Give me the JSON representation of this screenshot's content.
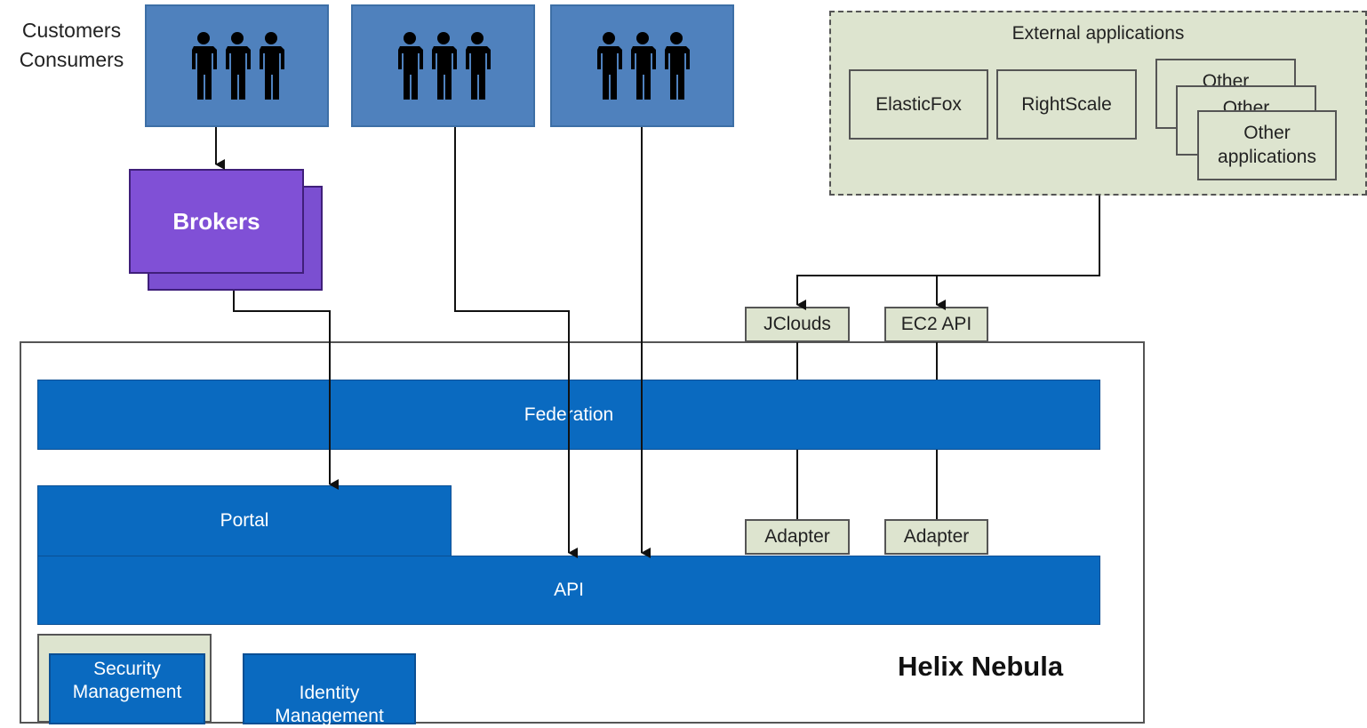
{
  "customers": {
    "label_line1": "Customers",
    "label_line2": "Consumers",
    "group_icon": "people-group-icon"
  },
  "brokers": {
    "label": "Brokers"
  },
  "external": {
    "title": "External applications",
    "apps": [
      "ElasticFox",
      "RightScale"
    ],
    "other_stack_line1": "Other",
    "other_stack_line2": "applications"
  },
  "connectors": {
    "jclouds": "JClouds",
    "ec2api": "EC2 API"
  },
  "platform": {
    "title": "Helix Nebula",
    "federation": "Federation",
    "portal": "Portal",
    "api": "API",
    "adapter1": "Adapter",
    "adapter2": "Adapter",
    "security_line1": "Security",
    "security_line2": "Management",
    "identity_line1": "Identity",
    "identity_line2": "Management"
  },
  "colors": {
    "customer_blue": "#4f81bd",
    "platform_blue": "#0a6ac0",
    "broker_purple": "#8050d6",
    "panel_green": "#dde4cf"
  }
}
